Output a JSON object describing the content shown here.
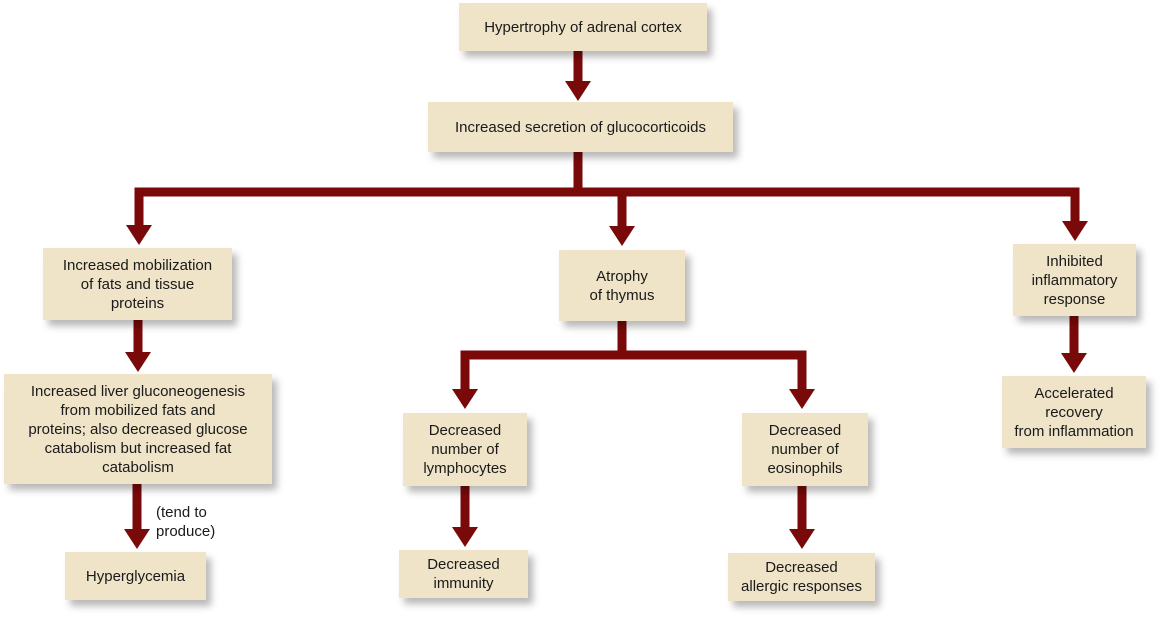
{
  "diagram": {
    "title": "Effects of glucocorticoids",
    "colors": {
      "arrow": "#7a0a0a",
      "box_fill": "#efe3c8",
      "text": "#1a1a1a"
    },
    "nodes": [
      {
        "id": "hypertrophy",
        "label": "Hypertrophy of adrenal cortex"
      },
      {
        "id": "secretion",
        "label": "Increased secretion of glucocorticoids"
      },
      {
        "id": "mobilization",
        "label": "Increased mobilization\nof fats and tissue\nproteins"
      },
      {
        "id": "thymus",
        "label": "Atrophy\nof thymus"
      },
      {
        "id": "inflammatory",
        "label": "Inhibited\ninflammatory\nresponse"
      },
      {
        "id": "gluconeogenesis",
        "label": "Increased liver gluconeogenesis\nfrom mobilized fats and\nproteins; also decreased glucose\ncatabolism but increased fat\ncatabolism"
      },
      {
        "id": "lymphocytes",
        "label": "Decreased\nnumber of\nlymphocytes"
      },
      {
        "id": "eosinophils",
        "label": "Decreased\nnumber of\neosinophils"
      },
      {
        "id": "recovery",
        "label": "Accelerated\nrecovery\nfrom inflammation"
      },
      {
        "id": "hyperglycemia",
        "label": "Hyperglycemia"
      },
      {
        "id": "immunity",
        "label": "Decreased\nimmunity"
      },
      {
        "id": "allergic",
        "label": "Decreased\nallergic responses"
      }
    ],
    "edges": [
      {
        "from": "hypertrophy",
        "to": "secretion"
      },
      {
        "from": "secretion",
        "to": "mobilization"
      },
      {
        "from": "secretion",
        "to": "thymus"
      },
      {
        "from": "secretion",
        "to": "inflammatory"
      },
      {
        "from": "mobilization",
        "to": "gluconeogenesis"
      },
      {
        "from": "gluconeogenesis",
        "to": "hyperglycemia",
        "label": "(tend to\nproduce)"
      },
      {
        "from": "thymus",
        "to": "lymphocytes"
      },
      {
        "from": "thymus",
        "to": "eosinophils"
      },
      {
        "from": "lymphocytes",
        "to": "immunity"
      },
      {
        "from": "eosinophils",
        "to": "allergic"
      },
      {
        "from": "inflammatory",
        "to": "recovery"
      }
    ]
  }
}
